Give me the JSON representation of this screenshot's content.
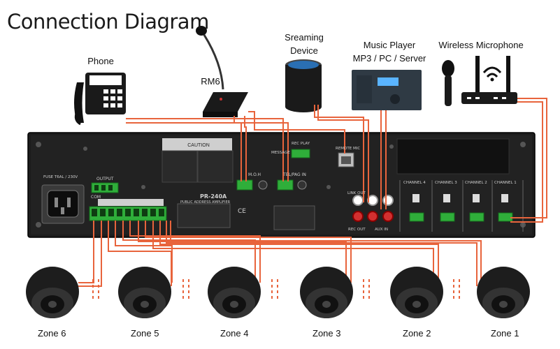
{
  "title": "Connection Diagram",
  "devices": {
    "phone": "Phone",
    "rm6": "RM6",
    "streaming_line1": "Sreaming",
    "streaming_line2": "Device",
    "music_line1": "Music Player",
    "music_line2": "MP3 / PC / Server",
    "wireless_mic": "Wireless Microphone"
  },
  "amplifier": {
    "model": "PR-240A",
    "subtitle": "PUBLIC ADDRESS AMPLIFIER",
    "caution": "CAUTION",
    "output_label": "OUTPUT",
    "com_label": "COM",
    "mic_label": "M.O.H",
    "tel_label": "TEL/PAG IN",
    "message_label": "MESSAGE",
    "remote_label": "REMOTE MIC",
    "rec_play": "REC PLAY",
    "link_out": "LINK OUT",
    "rec_out": "REC OUT",
    "aux_in": "AUX IN",
    "power_label": "FUSE T6AL / 230V",
    "channels": [
      "CHANNEL 4",
      "CHANNEL 3",
      "CHANNEL 2",
      "CHANNEL 1"
    ]
  },
  "zones": [
    "Zone 6",
    "Zone 5",
    "Zone 4",
    "Zone 3",
    "Zone 2",
    "Zone 1"
  ],
  "colors": {
    "wire": "#e8643c",
    "chassis": "#1b1b1b",
    "terminal": "#2fae3a"
  }
}
